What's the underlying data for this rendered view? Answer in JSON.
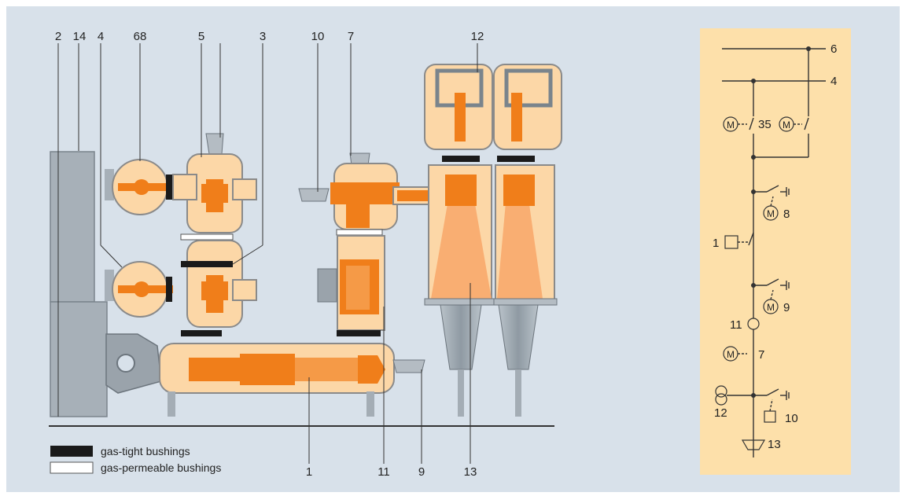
{
  "colors": {
    "background": "#d8e1ea",
    "schematic_background": "#fde0aa",
    "gas_compartment": "#fcd7a7",
    "conductor": "#f07e1a",
    "enclosure_outline": "#8a8a8a",
    "support_gray": "#a4adb5",
    "gas_tight_bushing": "#1a1a1a",
    "gas_permeable_bushing": "#ffffff",
    "text": "#222222"
  },
  "diagram": {
    "labels": {
      "l2": "2",
      "l14": "14",
      "l4": "4",
      "l68": "68",
      "l5": "5",
      "l3": "3",
      "l10": "10",
      "l7": "7",
      "l12": "12",
      "l1": "1",
      "l11": "11",
      "l9": "9",
      "l13": "13"
    },
    "legend": {
      "gas_tight": "gas-tight bushings",
      "gas_permeable": "gas-permeable bushings"
    }
  },
  "schematic": {
    "labels": {
      "s6": "6",
      "s4": "4",
      "s35": "35",
      "s8": "8",
      "s1": "1",
      "s9": "9",
      "s11": "11",
      "s7": "7",
      "s12": "12",
      "s10": "10",
      "s13": "13"
    },
    "motor_symbol": "M"
  }
}
